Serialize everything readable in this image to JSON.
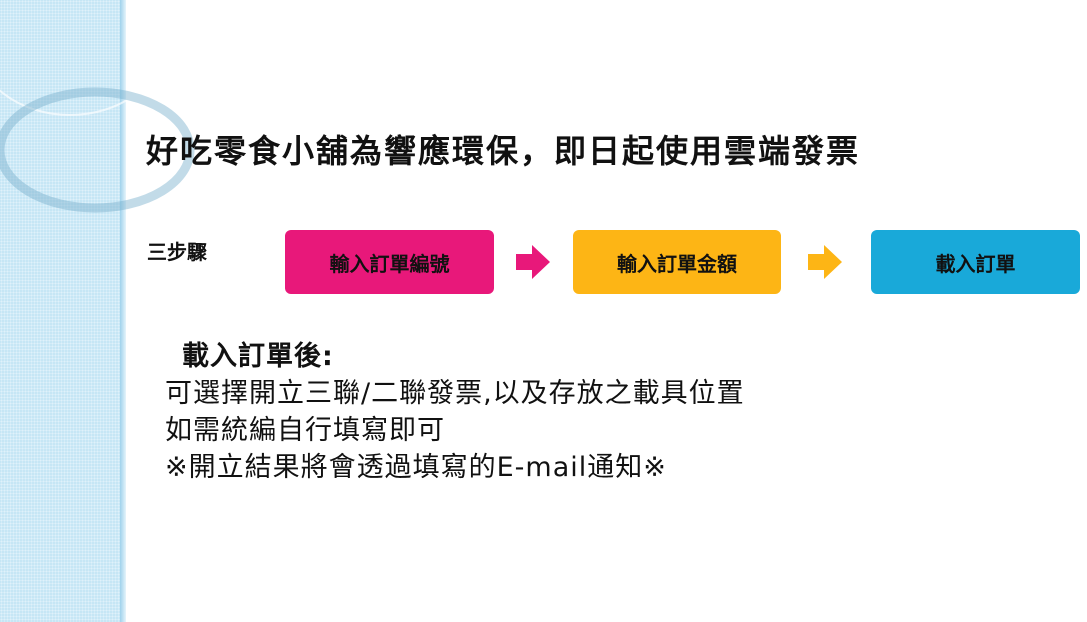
{
  "colors": {
    "left_band": "#c6e6f5",
    "step1": "#e8187a",
    "step2": "#fdb515",
    "step3": "#19a9d9",
    "arrow1": "#e8187a",
    "arrow2": "#fdb515"
  },
  "title": "好吃零食小舖為響應環保，即日起使用雲端發票",
  "steps": {
    "label": "三步驟",
    "items": [
      {
        "label": "輸入訂單編號"
      },
      {
        "label": "輸入訂單金額"
      },
      {
        "label": "載入訂單"
      }
    ],
    "arrow_icons": [
      "arrow-right-icon",
      "arrow-right-icon"
    ]
  },
  "instructions": {
    "heading": "載入訂單後:",
    "lines": [
      "可選擇開立三聯/二聯發票,以及存放之載具位置",
      "如需統編自行填寫即可",
      "※開立結果將會透過填寫的E-mail通知※"
    ]
  }
}
